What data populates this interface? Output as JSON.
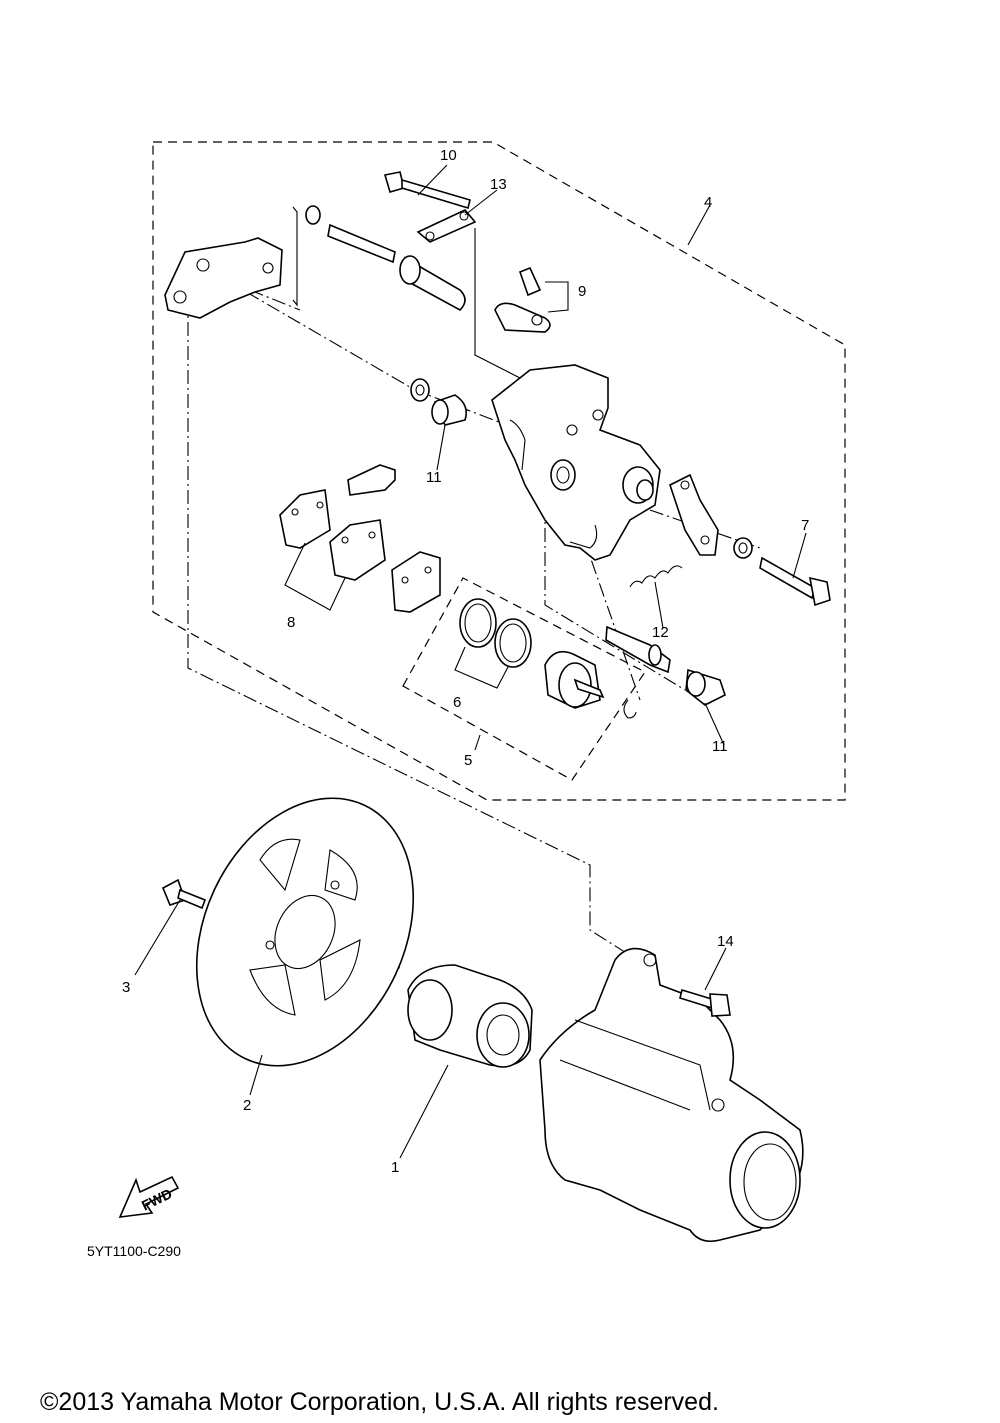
{
  "diagram": {
    "callouts": [
      {
        "id": "c10",
        "text": "10"
      },
      {
        "id": "c13",
        "text": "13"
      },
      {
        "id": "c4",
        "text": "4"
      },
      {
        "id": "c9",
        "text": "9"
      },
      {
        "id": "c11a",
        "text": "11"
      },
      {
        "id": "c7",
        "text": "7"
      },
      {
        "id": "c8",
        "text": "8"
      },
      {
        "id": "c12",
        "text": "12"
      },
      {
        "id": "c6",
        "text": "6"
      },
      {
        "id": "c5",
        "text": "5"
      },
      {
        "id": "c11b",
        "text": "11"
      },
      {
        "id": "c14",
        "text": "14"
      },
      {
        "id": "c3",
        "text": "3"
      },
      {
        "id": "c2",
        "text": "2"
      },
      {
        "id": "c1",
        "text": "1"
      }
    ],
    "fwd_label": "FWD",
    "diagram_code": "5YT1100-C290",
    "copyright": "©2013 Yamaha Motor Corporation, U.S.A. All rights reserved."
  }
}
